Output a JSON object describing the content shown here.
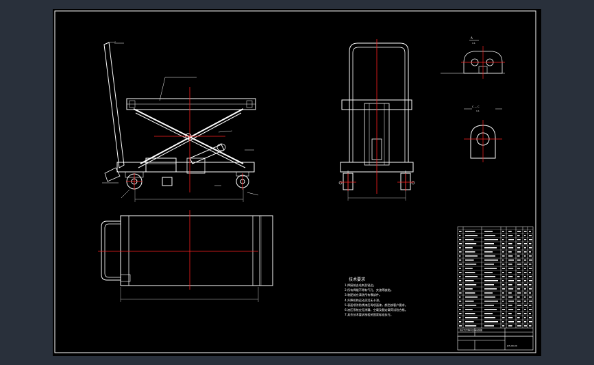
{
  "colors": {
    "background": "#29303b",
    "sheet": "#000000",
    "line": "#ffffff",
    "centerline": "#ff2020",
    "dimension": "#8a8a8a"
  },
  "section_labels": {
    "detail_a": "A",
    "detail_a_scale": "1:1",
    "section_c": "C — C",
    "section_c_scale": "1:1"
  },
  "technical_requirements": {
    "title": "技术要求",
    "items": [
      "1.焊接前去毛刺及锐边。",
      "2.所有焊缝不得有气孔、夹渣等缺陷。",
      "3.装配前应清洗所有零部件。",
      "4.升降机构运动灵活无卡滞。",
      "5.表面喷涂防锈漆后再喷面漆，颜色按客户要求。",
      "6.液压系统应无渗漏，空载及额定载荷试验合格。",
      "7.其余技术要求按相关国家标准执行。"
    ]
  },
  "title_block": {
    "drawing_name": "剪叉式升降平台车总装图",
    "drawing_number": "JCS-00-00"
  }
}
